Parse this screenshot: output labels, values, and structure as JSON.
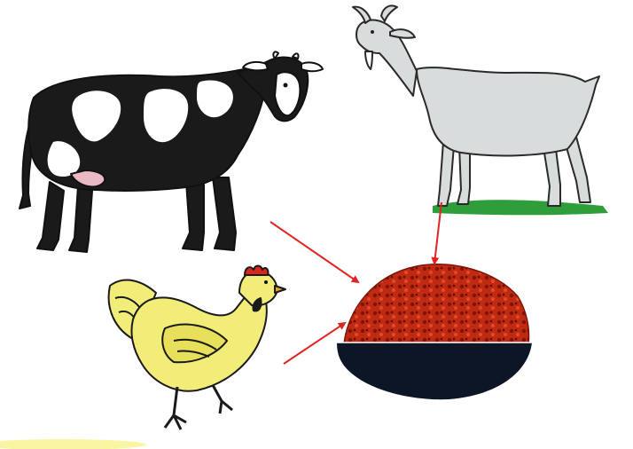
{
  "diagram": {
    "subjects": [
      {
        "id": "cow",
        "icon": "cow-icon"
      },
      {
        "id": "goat",
        "icon": "goat-icon"
      },
      {
        "id": "chicken",
        "icon": "chicken-icon"
      }
    ],
    "target": {
      "id": "feed",
      "icon": "feed-bowl-icon"
    },
    "edges": [
      {
        "from": "cow",
        "to": "feed"
      },
      {
        "from": "goat",
        "to": "feed"
      },
      {
        "from": "chicken",
        "to": "feed"
      }
    ]
  },
  "colors": {
    "background": "#ffffff",
    "cow_body": "#1a1a1a",
    "cow_spots": "#ffffff",
    "cow_udder": "#e9b9c4",
    "goat_body": "#d9dcdc",
    "goat_outline": "#2a2a2a",
    "grass": "#2f9e3a",
    "chicken_body": "#f2ec78",
    "chicken_comb": "#d8261f",
    "feed": "#c02a12",
    "feed_dark": "#7c1507",
    "bowl": "#0c1626",
    "arrow": "#e02424",
    "highlight": "#f7f38a"
  }
}
